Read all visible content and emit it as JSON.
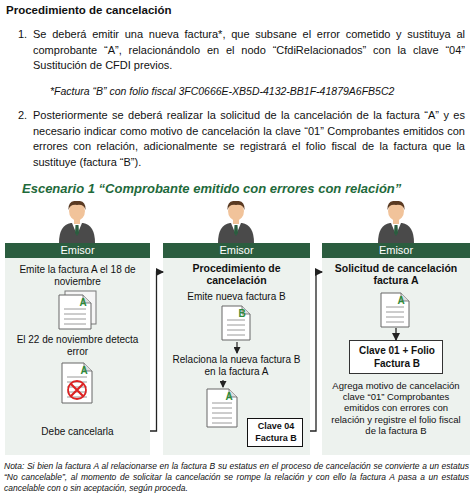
{
  "diagram": {
    "title": "Procedimiento de cancelación",
    "nodes": [
      {
        "text": [
          "Emisor"
        ]
      },
      {
        "text": [
          "Emite la factura A el 18 de noviembre",
          "El 22 de noviembre detecta error",
          "Debe cancelarla"
        ]
      },
      {
        "text": [
          "A"
        ],
        "in": 1
      },
      {
        "text": [
          "A"
        ],
        "in": 1
      },
      {
        "text": [
          "Emisor"
        ]
      },
      {
        "text": [
          "Procedimiento de cancelación",
          "Emite nueva factura B",
          "Relaciona la nueva factura B en la factura A"
        ]
      },
      {
        "text": [
          "B"
        ],
        "in": 5
      },
      {
        "text": [
          "A"
        ],
        "in": 5
      },
      {
        "text": [
          "Clave 04 Factura B"
        ],
        "in": 5
      },
      {
        "text": [
          "Emisor"
        ]
      },
      {
        "text": [
          "Solicitud de cancelación factura A",
          "Agrega motivo de cancelación clave “01” Comprobantes emitidos con errores con relación y registre el folio fiscal de la factura B"
        ]
      },
      {
        "text": [
          "A"
        ],
        "in": 10
      },
      {
        "text": [
          "Clave 01 + Folio Factura B"
        ],
        "in": 10
      }
    ],
    "edges": [
      {
        "from": 1,
        "to": 5,
        "arrow": "to"
      },
      {
        "from": 5,
        "to": 10,
        "arrow": "to"
      },
      {
        "from": 11,
        "to": 12,
        "arrow": "to"
      }
    ],
    "labels": [
      "1.",
      "Se deberá emitir una nueva factura*, que subsane el error cometido y sustituya al comprobante “A”, relacionándolo en el nodo “CfdiRelacionados” con la clave “04” Sustitución de CFDI previos.",
      "*Factura “B” con folio fiscal 3FC0666E-XB5D-4132-BB1F-41879A6FB5C2",
      "2.",
      "Posteriormente se deberá realizar la solicitud de la cancelación de la factura “A” y es necesario indicar como motivo de cancelación la clave “01” Comprobantes emitidos con errores con relación, adicionalmente se registrará el folio fiscal de la factura que la sustituye (factura “B”).",
      "Escenario 1 “Comprobante emitido con errores con relación”",
      "Nota: Si bien la factura A al relacionarse en la factura B su estatus en el proceso de cancelación se convierte a un estatus “No cancelable”, al momento de solicitar la cancelación se rompe la relación y con ello la factura A pasa a un estatus cancelable con o sin aceptación, según proceda."
    ]
  }
}
